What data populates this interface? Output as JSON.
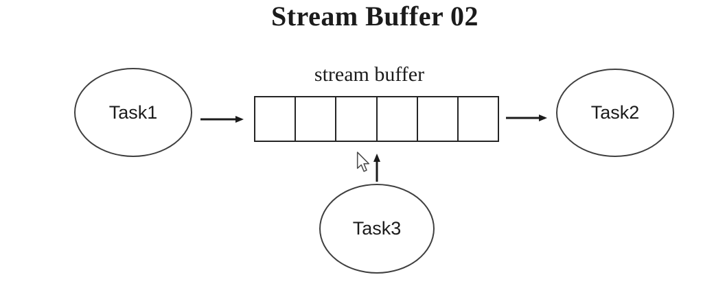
{
  "title": "Stream Buffer 02",
  "diagram": {
    "buffer": {
      "label": "stream buffer",
      "cell_count": 6
    },
    "nodes": {
      "task1": {
        "label": "Task1"
      },
      "task2": {
        "label": "Task2"
      },
      "task3": {
        "label": "Task3"
      }
    },
    "edges": [
      {
        "from": "Task1",
        "to": "stream buffer",
        "direction": "right"
      },
      {
        "from": "stream buffer",
        "to": "Task2",
        "direction": "right"
      },
      {
        "from": "Task3",
        "to": "stream buffer",
        "direction": "up"
      }
    ],
    "colors": {
      "line": "#1b1b1b",
      "text": "#1b1b1b",
      "ellipse_stroke": "#3f3f3f",
      "background": "#ffffff"
    }
  },
  "cursor": {
    "icon": "arrow-pointer-icon"
  }
}
